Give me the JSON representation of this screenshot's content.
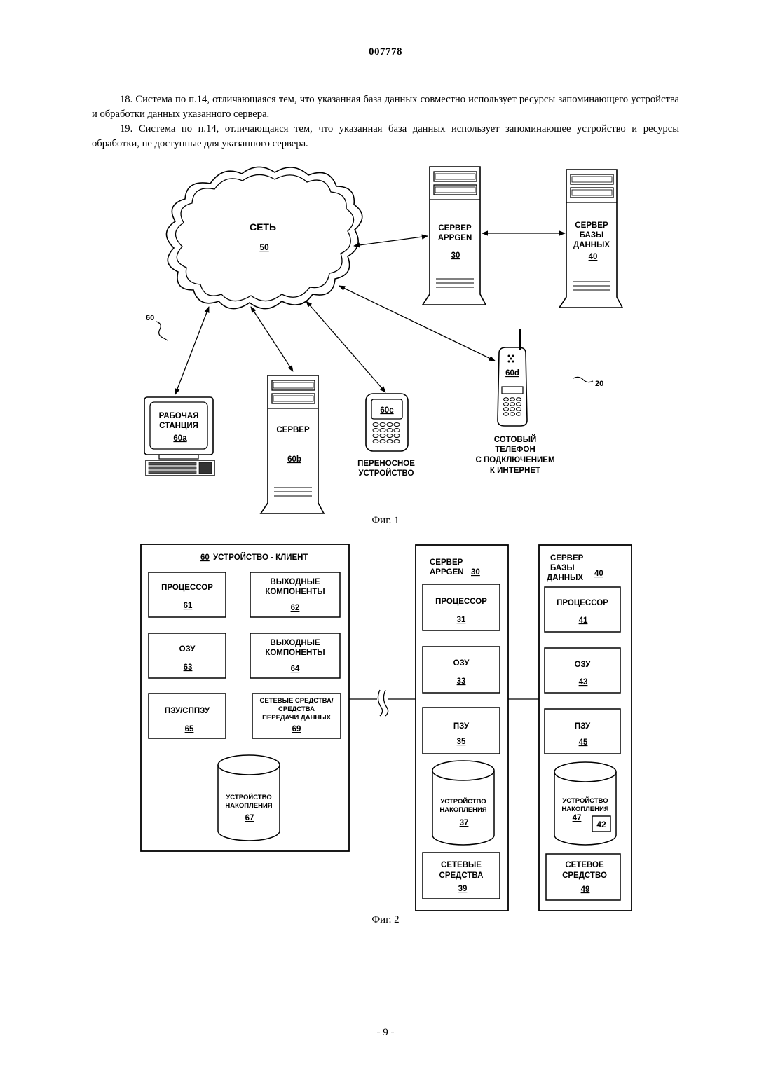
{
  "header": {
    "doc_number": "007778"
  },
  "claims": [
    "18. Система по п.14, отличающаяся тем, что указанная база данных совместно использует ресурсы запоминающего устройства и обработки данных указанного сервера.",
    "19. Система по п.14, отличающаяся тем, что указанная база данных использует запоминающее устройство и ресурсы обработки, не доступные для указанного сервера."
  ],
  "fig1": {
    "caption": "Фиг. 1",
    "network": {
      "label": "СЕТЬ",
      "ref": "50"
    },
    "appgen_server": {
      "line1": "СЕРВЕР",
      "line2": "APPGEN",
      "ref": "30"
    },
    "db_server": {
      "line1": "СЕРВЕР",
      "line2": "БАЗЫ",
      "line3": "ДАННЫХ",
      "ref": "40"
    },
    "ref_clients": "60",
    "ref_system": "20",
    "workstation": {
      "line1": "РАБОЧАЯ",
      "line2": "СТАНЦИЯ",
      "ref": "60a"
    },
    "server": {
      "label": "СЕРВЕР",
      "ref": "60b"
    },
    "portable": {
      "screen": "60c",
      "line1": "ПЕРЕНОСНОЕ",
      "line2": "УСТРОЙСТВО"
    },
    "cellphone": {
      "screen": "60d",
      "line1": "СОТОВЫЙ",
      "line2": "ТЕЛЕФОН",
      "line3": "С ПОДКЛЮЧЕНИЕМ",
      "line4": "К ИНТЕРНЕТ"
    }
  },
  "fig2": {
    "caption": "Фиг. 2",
    "client": {
      "ref": "60",
      "title": "УСТРОЙСТВО - КЛИЕНТ",
      "cpu": {
        "label": "ПРОЦЕССОР",
        "ref": "61"
      },
      "out1": {
        "line1": "ВЫХОДНЫЕ",
        "line2": "КОМПОНЕНТЫ",
        "ref": "62"
      },
      "ram": {
        "label": "ОЗУ",
        "ref": "63"
      },
      "out2": {
        "line1": "ВЫХОДНЫЕ",
        "line2": "КОМПОНЕНТЫ",
        "ref": "64"
      },
      "rom": {
        "label": "ПЗУ/СППЗУ",
        "ref": "65"
      },
      "net": {
        "line1": "СЕТЕВЫЕ СРЕДСТВА/",
        "line2": "СРЕДСТВА",
        "line3": "ПЕРЕДАЧИ ДАННЫХ",
        "ref": "69"
      },
      "storage": {
        "line1": "УСТРОЙСТВО",
        "line2": "НАКОПЛЕНИЯ",
        "ref": "67"
      }
    },
    "appgen": {
      "line1": "СЕРВЕР",
      "line2": "APPGEN",
      "ref": "30",
      "cpu": {
        "label": "ПРОЦЕССОР",
        "ref": "31"
      },
      "ram": {
        "label": "ОЗУ",
        "ref": "33"
      },
      "rom": {
        "label": "ПЗУ",
        "ref": "35"
      },
      "storage": {
        "line1": "УСТРОЙСТВО",
        "line2": "НАКОПЛЕНИЯ",
        "ref": "37"
      },
      "net": {
        "line1": "СЕТЕВЫЕ",
        "line2": "СРЕДСТВА",
        "ref": "39"
      }
    },
    "dbserver": {
      "line1": "СЕРВЕР",
      "line2": "БАЗЫ",
      "line3": "ДАННЫХ",
      "ref": "40",
      "cpu": {
        "label": "ПРОЦЕССОР",
        "ref": "41"
      },
      "ram": {
        "label": "ОЗУ",
        "ref": "43"
      },
      "rom": {
        "label": "ПЗУ",
        "ref": "45"
      },
      "storage": {
        "line1": "УСТРОЙСТВО",
        "line2": "НАКОПЛЕНИЯ",
        "ref": "47",
        "db_ref": "42"
      },
      "net": {
        "line1": "СЕТЕВОЕ",
        "line2": "СРЕДСТВО",
        "ref": "49"
      }
    }
  },
  "footer": {
    "page_number": "- 9 -"
  }
}
